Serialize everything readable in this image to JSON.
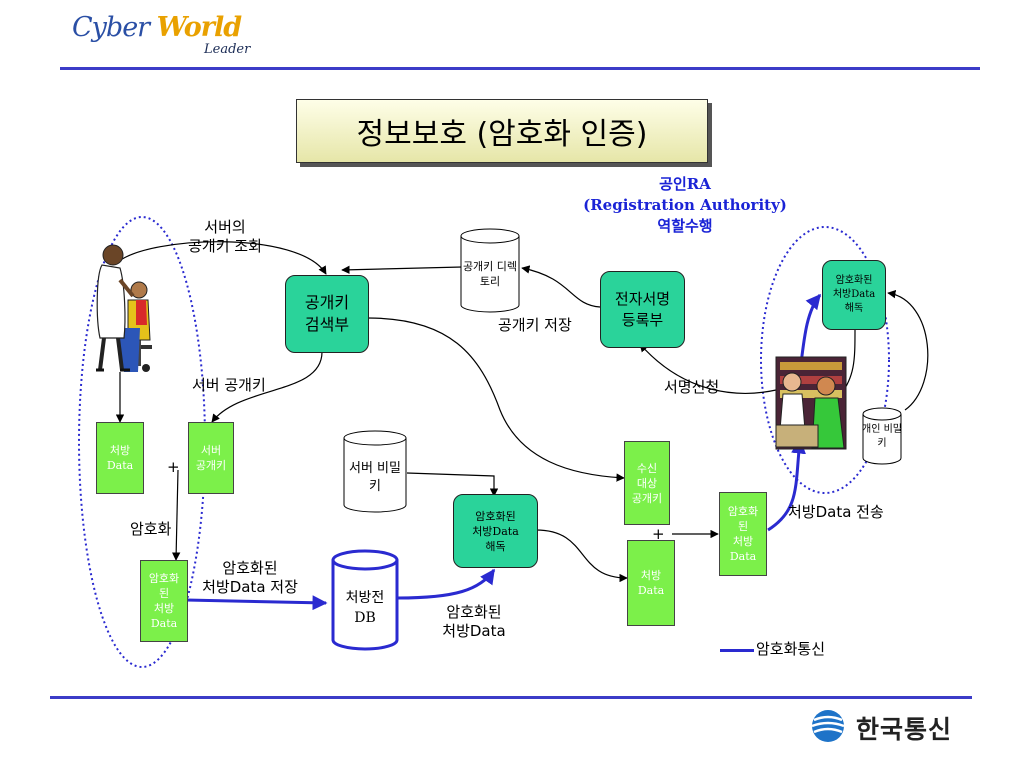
{
  "header": {
    "logo_main_a": "Cyber ",
    "logo_main_b": "World",
    "logo_sub": "Leader"
  },
  "title": "정보보호 (암호화 인증)",
  "ra": {
    "line1": "공인RA",
    "line2": "(Registration Authority)",
    "line3": "역할수행"
  },
  "nodes": {
    "pubkey_search": "공개키\n검색부",
    "pubkey_directory": "공개키\n디렉토리",
    "esign_registry": "전자서명\n등록부",
    "server_privkey": "서버\n비밀키",
    "prescription_db": "처방전\nDB",
    "encrypted_decrypt_center": "암호화된\n처방Data\n해독",
    "encrypted_decrypt_right": "암호화된\n처방Data\n해독",
    "personal_privkey": "개인\n비밀키",
    "left_prescription_data": "처방\nData",
    "left_server_pubkey": "서버\n공개키",
    "left_encrypted_data": "암호화\n된\n처방\nData",
    "recipient_pubkey": "수신\n대상\n공개키",
    "right_prescription_data": "처방\nData",
    "right_encrypted_data": "암호화\n된\n처방\nData"
  },
  "labels": {
    "server_pubkey_lookup": "서버의\n공개키 조회",
    "server_pubkey": "서버 공개키",
    "plus_left": "+",
    "encrypt": "암호화",
    "encrypted_store": "암호화된\n처방Data 저장",
    "pubkey_store": "공개키 저장",
    "sign_request": "서명신청",
    "encrypted_data_mid": "암호화된\n처방Data",
    "plus_right": "+",
    "transmit": "처방Data 전송"
  },
  "legend": {
    "label": "암호화통신"
  },
  "footer": {
    "company": "한국통신"
  },
  "colors": {
    "rule": "#3c3cc8",
    "secure_link": "#2a2ad0",
    "teal_box": "#2ad39a",
    "green_box": "#7cf04a",
    "ra_text": "#1a23d6"
  }
}
